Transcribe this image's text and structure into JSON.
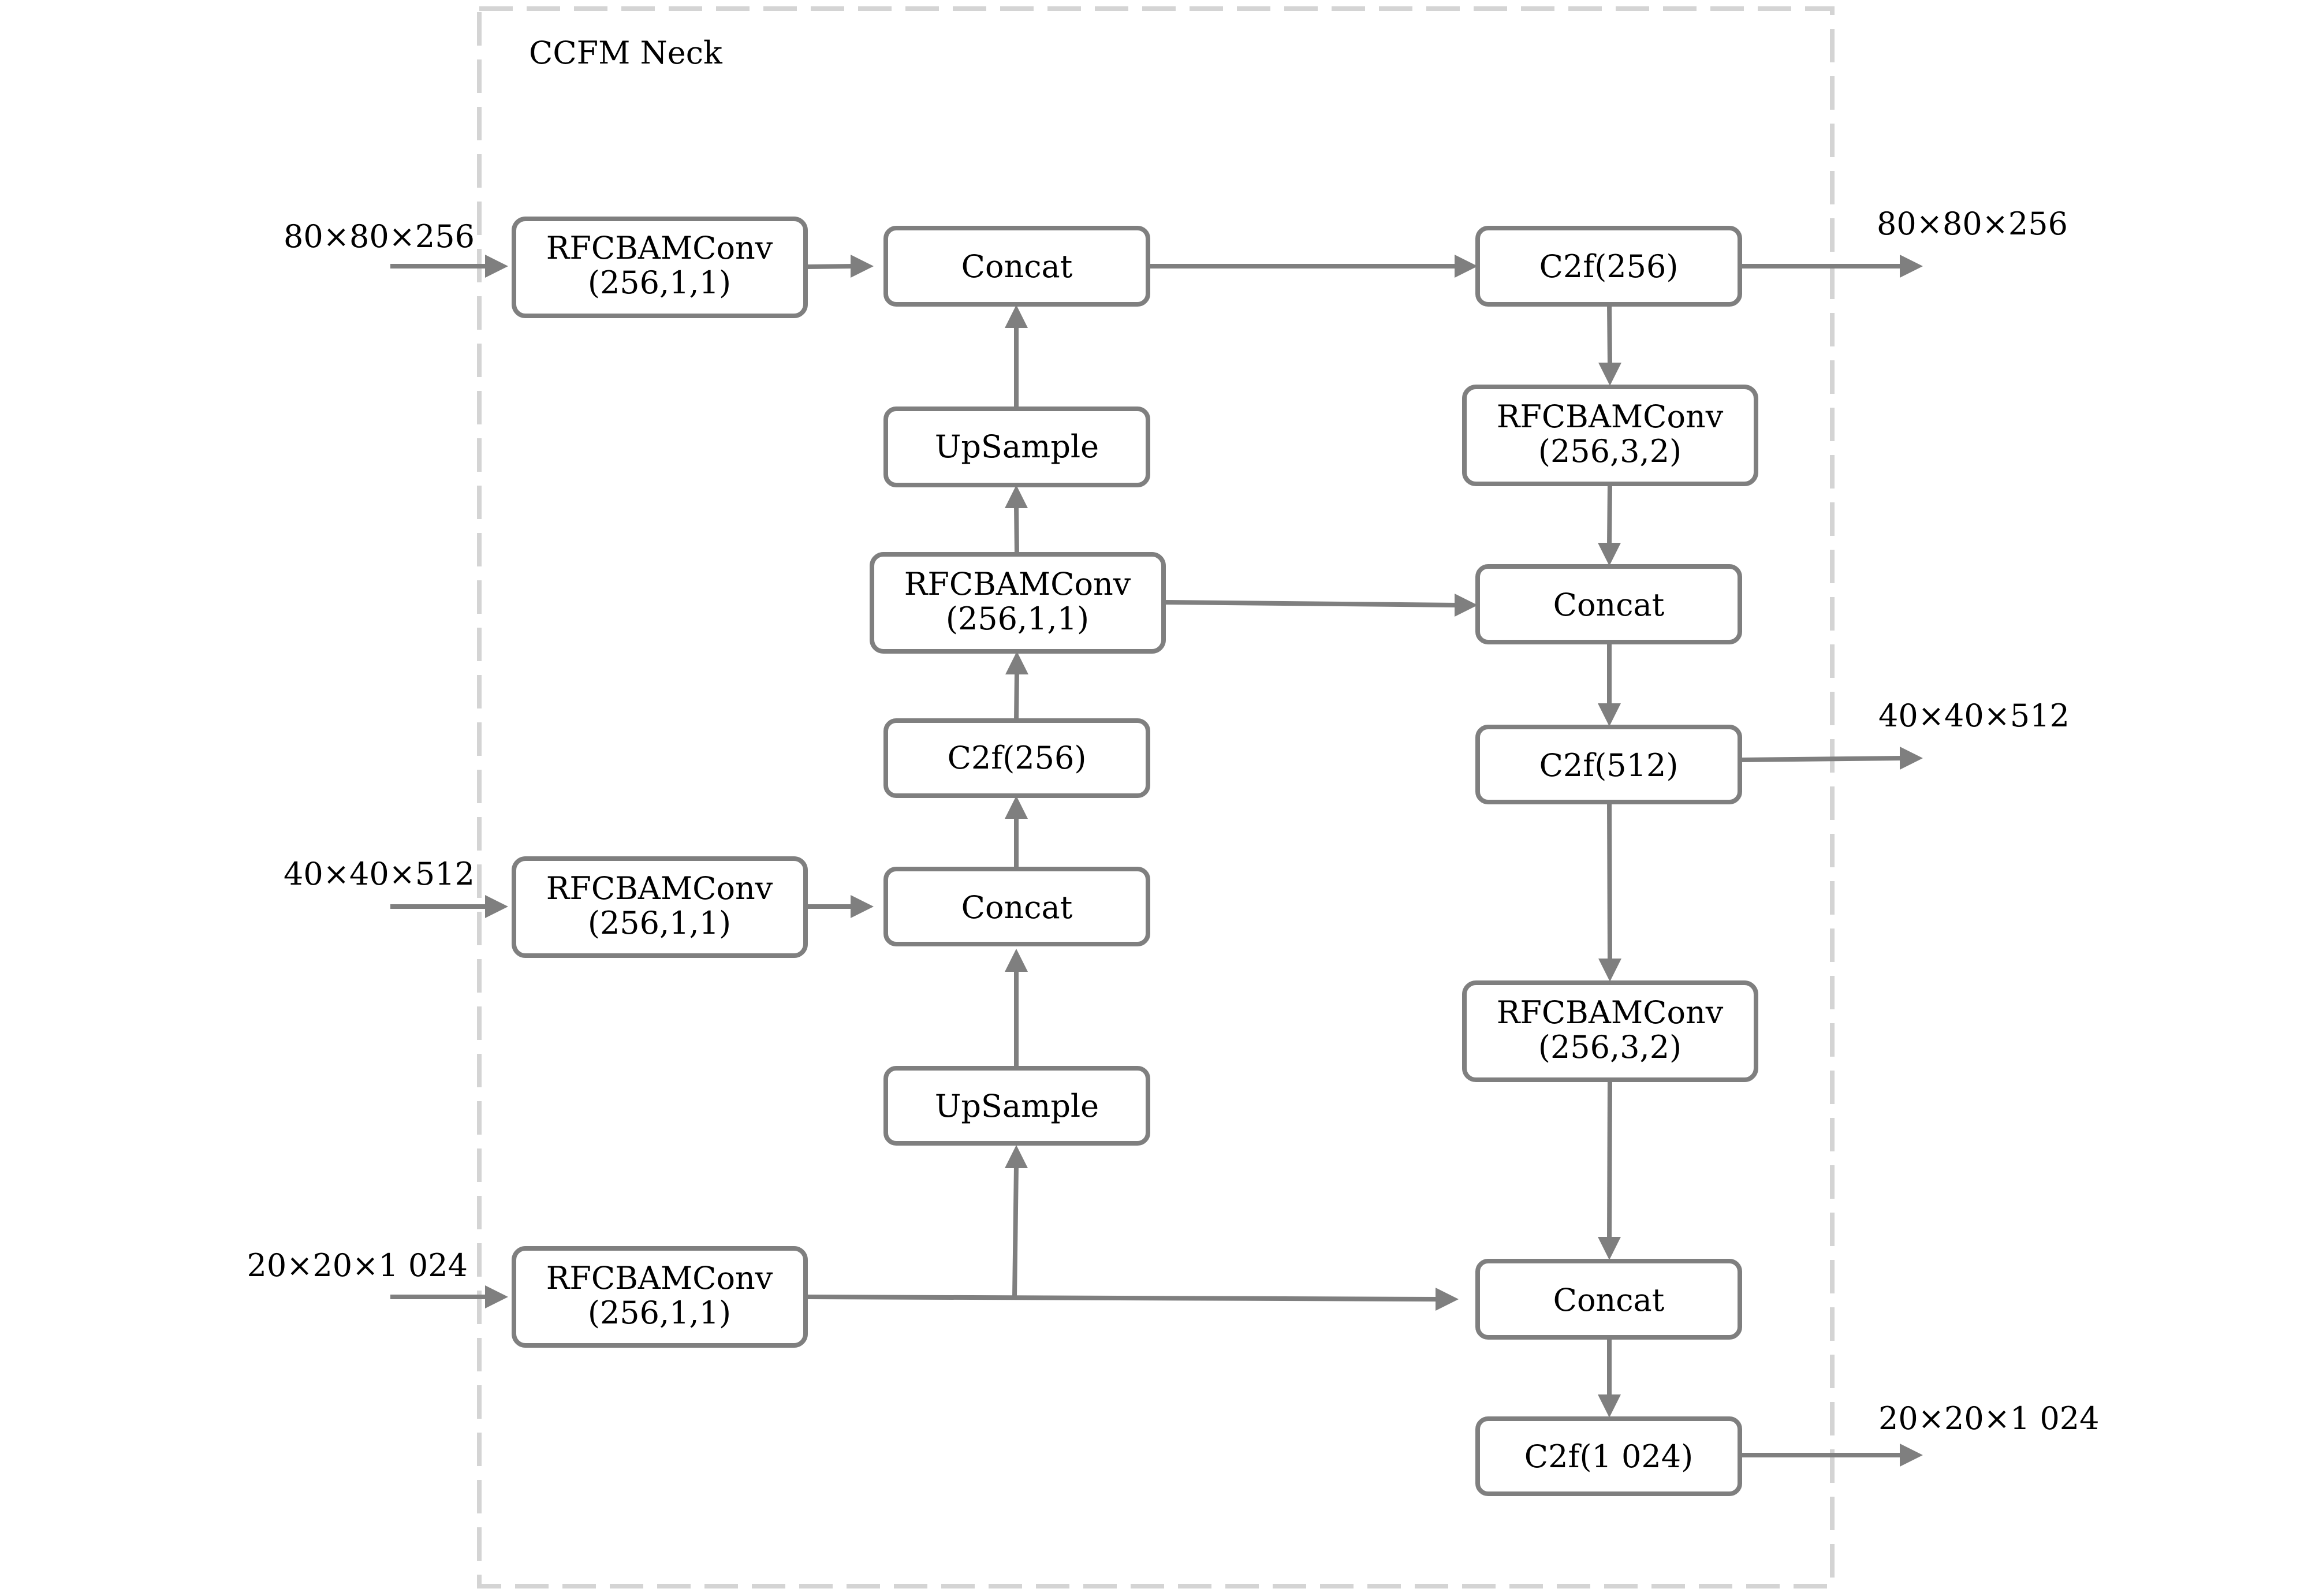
{
  "container": {
    "title": "CCFM Neck"
  },
  "inputs": [
    {
      "label": "80×80×256"
    },
    {
      "label": "40×40×512"
    },
    {
      "label": "20×20×1 024"
    }
  ],
  "outputs": [
    {
      "label": "80×80×256"
    },
    {
      "label": "40×40×512"
    },
    {
      "label": "20×20×1 024"
    }
  ],
  "nodes": {
    "left_rfcbam_1": {
      "line1": "RFCBAMConv",
      "line2": "(256,1,1)"
    },
    "left_rfcbam_2": {
      "line1": "RFCBAMConv",
      "line2": "(256,1,1)"
    },
    "left_rfcbam_3": {
      "line1": "RFCBAMConv",
      "line2": "(256,1,1)"
    },
    "mid_concat_1": {
      "line1": "Concat"
    },
    "mid_upsample_1": {
      "line1": "UpSample"
    },
    "mid_rfcbam": {
      "line1": "RFCBAMConv",
      "line2": "(256,1,1)"
    },
    "mid_c2f": {
      "line1": "C2f(256)"
    },
    "mid_concat_2": {
      "line1": "Concat"
    },
    "mid_upsample_2": {
      "line1": "UpSample"
    },
    "right_c2f_1": {
      "line1": "C2f(256)"
    },
    "right_rfcbam_1": {
      "line1": "RFCBAMConv",
      "line2": "(256,3,2)"
    },
    "right_concat_1": {
      "line1": "Concat"
    },
    "right_c2f_2": {
      "line1": "C2f(512)"
    },
    "right_rfcbam_2": {
      "line1": "RFCBAMConv",
      "line2": "(256,3,2)"
    },
    "right_concat_2": {
      "line1": "Concat"
    },
    "right_c2f_3": {
      "line1": "C2f(1 024)"
    }
  },
  "colors": {
    "box_stroke": "#7f7f7f",
    "arrow": "#7f7f7f",
    "container_stroke": "#d4d4d4",
    "text": "#000000"
  }
}
